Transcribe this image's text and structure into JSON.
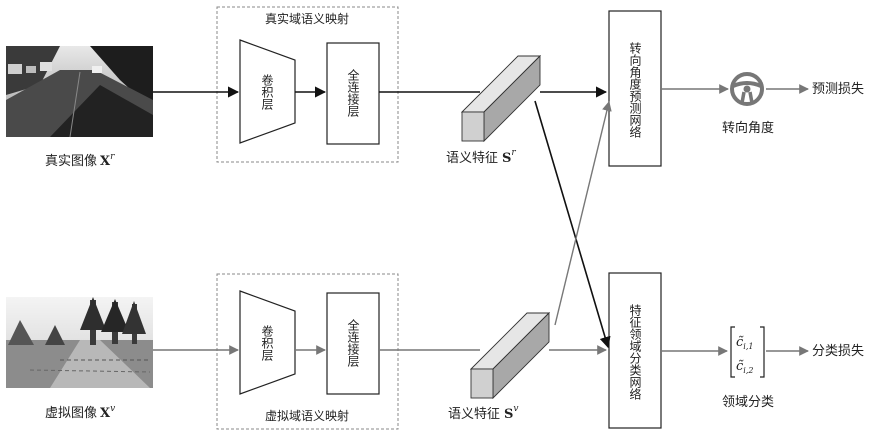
{
  "top": {
    "image_label": "真实图像",
    "image_symbol": "X",
    "image_superscript": "r",
    "mapping_title": "真实域语义映射",
    "conv_label": "卷积层",
    "fc_label": "全连接层",
    "feature_label": "语义特征",
    "feature_symbol": "S",
    "feature_superscript": "r"
  },
  "bottom": {
    "image_label": "虚拟图像",
    "image_symbol": "X",
    "image_superscript": "v",
    "mapping_title": "虚拟域语义映射",
    "conv_label": "卷积层",
    "fc_label": "全连接层",
    "feature_label": "语义特征",
    "feature_symbol": "S",
    "feature_superscript": "v"
  },
  "steering_network": "转向角度预测网络",
  "domain_network": "特征领域分类网络",
  "steering_angle_label": "转向角度",
  "prediction_loss": "预测损失",
  "domain_class_label": "领域分类",
  "classification_loss": "分类损失",
  "vector_c1": "c̃",
  "vector_c1_sub": "i,1",
  "vector_c2": "c̃",
  "vector_c2_sub": "i,2",
  "icons": [
    "road-photo-real",
    "road-photo-virtual",
    "steering-wheel-icon"
  ],
  "colors": {
    "line_dark": "#111111",
    "line_gray": "#777777",
    "cuboid_front": "#d0d0d0",
    "cuboid_top": "#e6e6e6",
    "cuboid_side": "#a8a8a8"
  }
}
